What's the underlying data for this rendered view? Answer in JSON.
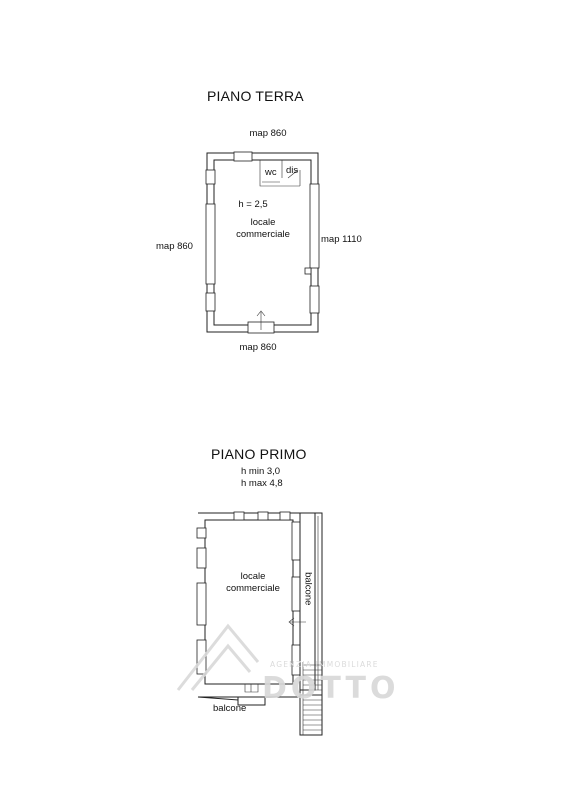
{
  "ground_floor": {
    "title": "PIANO TERRA",
    "map_top": "map 860",
    "map_left": "map 860",
    "map_right": "map 1110",
    "map_bottom": "map 860",
    "wc": "wc",
    "dis": "dis",
    "height": "h = 2,5",
    "room_line1": "locale",
    "room_line2": "commerciale"
  },
  "first_floor": {
    "title": "PIANO PRIMO",
    "h_min": "h min 3,0",
    "h_max": "h max 4,8",
    "room_line1": "locale",
    "room_line2": "commerciale",
    "balcony_side": "balcone",
    "balcony_bottom": "balcone"
  },
  "watermark": {
    "subtitle": "AGENZIA IMMOBILIARE",
    "name": "DOTTO"
  },
  "colors": {
    "wall": "#222222",
    "watermark": "#d8d8d8"
  }
}
